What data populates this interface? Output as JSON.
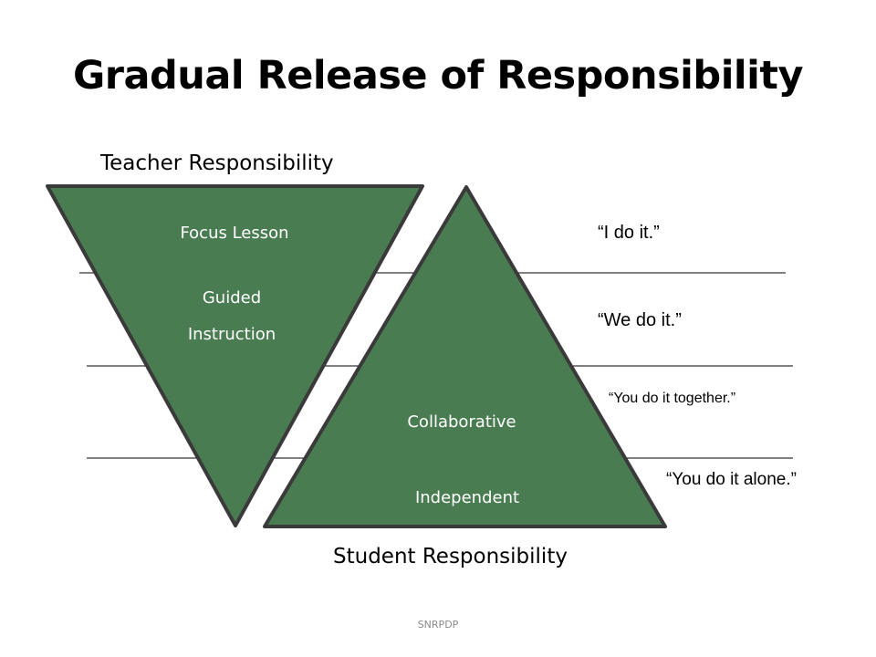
{
  "title": "Gradual Release of Responsibility",
  "teacher_label": "Teacher Responsibility",
  "student_label": "Student Responsibility",
  "inverted_triangle": {
    "stage1": "Focus Lesson",
    "stage2_line1": "Guided",
    "stage2_line2": "Instruction"
  },
  "upright_triangle": {
    "stage3": "Collaborative",
    "stage4": "Independent"
  },
  "quotes": {
    "i_do": "“I do it.”",
    "we_do": "“We do it.”",
    "you_together": "“You do it together.”",
    "you_alone": "“You do it alone.”"
  },
  "footer": "SNRPDP",
  "colors": {
    "fill": "#4a7c52",
    "stroke": "#3a3a3a",
    "divider": "#000000"
  }
}
